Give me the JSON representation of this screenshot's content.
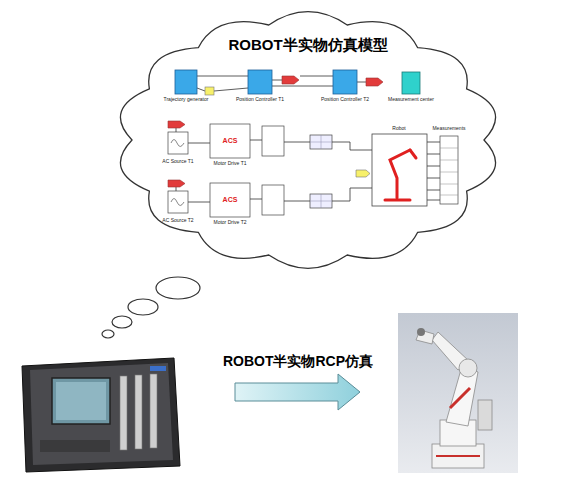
{
  "diagram": {
    "nodes": [
      {
        "text": [
          "ROBOT半实物仿真模型"
        ]
      }
    ],
    "labels": [
      "Trajectory generator",
      "Position Controller T1",
      "Position Controller T2",
      "Measurement center",
      "AC Source T1",
      "Motor Drive T1",
      "AC Source T2",
      "Motor Drive T2",
      "Robot",
      "Measurements",
      "ROBOT半实物RCP仿真",
      "ACS",
      "ACS"
    ]
  }
}
